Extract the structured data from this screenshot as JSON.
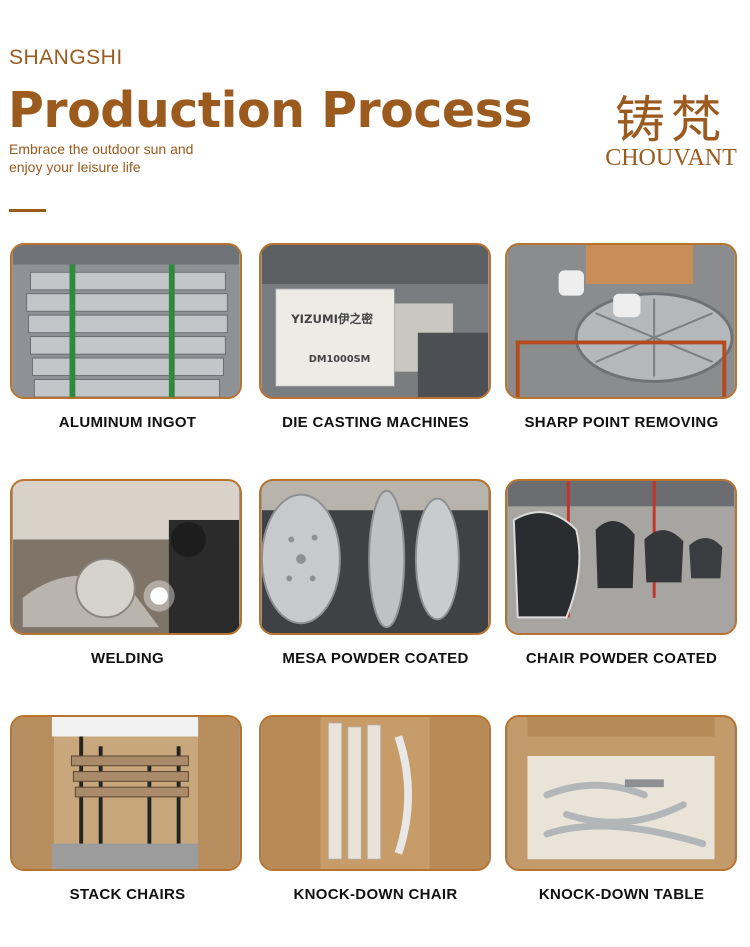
{
  "header": {
    "kicker": "SHANGSHI",
    "title": "Production Process",
    "tagline_line1": "Embrace the outdoor sun and",
    "tagline_line2": "enjoy your leisure life"
  },
  "brand": {
    "chinese": "铸梵",
    "english": "CHOUVANT"
  },
  "accent_color": "#9b5a1e",
  "steps": [
    {
      "caption": "ALUMINUM INGOT"
    },
    {
      "caption": "DIE CASTING MACHINES"
    },
    {
      "caption": "SHARP POINT REMOVING"
    },
    {
      "caption": "WELDING"
    },
    {
      "caption": "MESA POWDER COATED"
    },
    {
      "caption": "CHAIR POWDER COATED"
    },
    {
      "caption": "STACK CHAIRS"
    },
    {
      "caption": "KNOCK-DOWN CHAIR"
    },
    {
      "caption": "KNOCK-DOWN TABLE"
    }
  ]
}
